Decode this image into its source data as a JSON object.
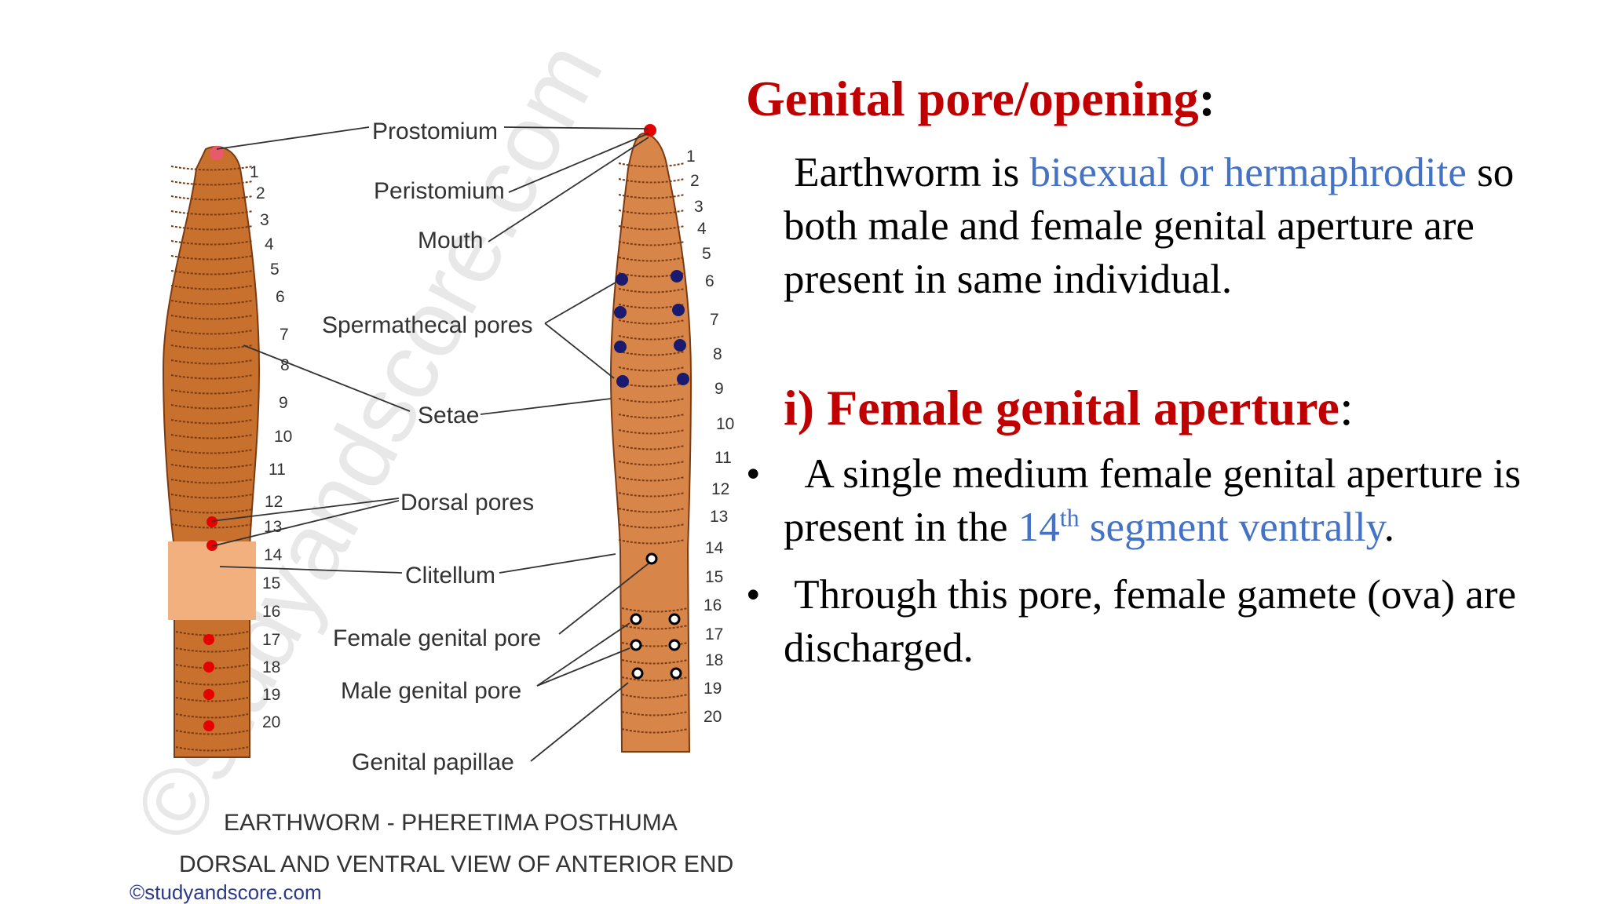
{
  "diagram": {
    "labels": {
      "prostomium": "Prostomium",
      "peristomium": "Peristomium",
      "mouth": "Mouth",
      "spermathecal_pores": "Spermathecal pores",
      "setae": "Setae",
      "dorsal_pores": "Dorsal pores",
      "clitellum": "Clitellum",
      "female_genital_pore": "Female genital pore",
      "male_genital_pore": "Male genital pore",
      "genital_papillae": "Genital papillae"
    },
    "segment_numbers": [
      "1",
      "2",
      "3",
      "4",
      "5",
      "6",
      "7",
      "8",
      "9",
      "10",
      "11",
      "12",
      "13",
      "14",
      "15",
      "16",
      "17",
      "18",
      "19",
      "20"
    ],
    "caption_line1": "EARTHWORM - PHERETIMA POSTHUMA",
    "caption_line2": "DORSAL AND VENTRAL VIEW OF ANTERIOR END",
    "copyright": "©studyandscore.com",
    "watermark": "©studyandscore.com",
    "colors": {
      "body": "#c8702e",
      "body_light": "#d8854a",
      "clitellum": "#f1b07e",
      "segment_line": "#7a3a12",
      "spermathecal_dot": "#1a1a6e",
      "dorsal_pore_dot": "#e60000"
    }
  },
  "text": {
    "heading_main": "Genital pore/opening",
    "heading_colon": ":",
    "intro_part1": "Earthworm is ",
    "intro_blue": "bisexual or hermaphrodite",
    "intro_part2": " so both  male and female genital aperture are present in same individual.",
    "subheading": "i) Female genital aperture",
    "subheading_colon": ":",
    "bullet_char": "•",
    "bullet1_part1": "A single medium female genital aperture is present in the ",
    "bullet1_blue_num": "14",
    "bullet1_sup": "th",
    "bullet1_blue_rest": " segment ventrally",
    "bullet1_end": ".",
    "bullet2": "Through this pore, female gamete (ova) are discharged.",
    "colors": {
      "heading": "#c00000",
      "highlight": "#4472c4"
    }
  }
}
